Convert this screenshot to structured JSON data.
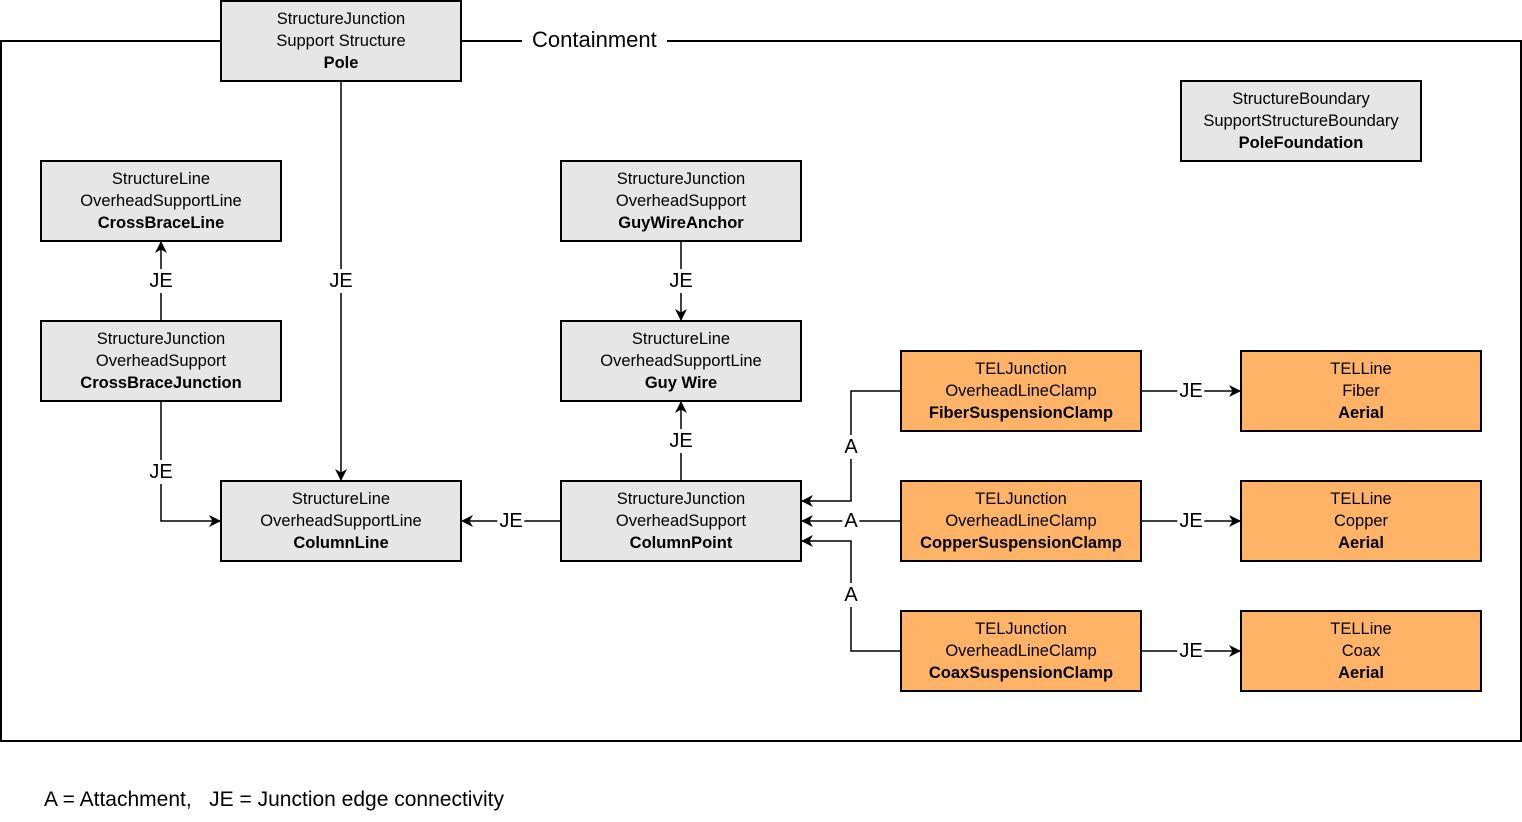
{
  "container": {
    "label": "Containment"
  },
  "nodes": {
    "pole": {
      "l1": "StructureJunction",
      "l2": "Support Structure",
      "l3": "Pole"
    },
    "pole_foundation": {
      "l1": "StructureBoundary",
      "l2": "SupportStructureBoundary",
      "l3": "PoleFoundation"
    },
    "cross_brace_line": {
      "l1": "StructureLine",
      "l2": "OverheadSupportLine",
      "l3": "CrossBraceLine"
    },
    "guy_wire_anchor": {
      "l1": "StructureJunction",
      "l2": "OverheadSupport",
      "l3": "GuyWireAnchor"
    },
    "cross_brace_junction": {
      "l1": "StructureJunction",
      "l2": "OverheadSupport",
      "l3": "CrossBraceJunction"
    },
    "guy_wire": {
      "l1": "StructureLine",
      "l2": "OverheadSupportLine",
      "l3": "Guy Wire"
    },
    "column_line": {
      "l1": "StructureLine",
      "l2": "OverheadSupportLine",
      "l3": "ColumnLine"
    },
    "column_point": {
      "l1": "StructureJunction",
      "l2": "OverheadSupport",
      "l3": "ColumnPoint"
    },
    "fiber_clamp": {
      "l1": "TELJunction",
      "l2": "OverheadLineClamp",
      "l3": "FiberSuspensionClamp"
    },
    "copper_clamp": {
      "l1": "TELJunction",
      "l2": "OverheadLineClamp",
      "l3": "CopperSuspensionClamp"
    },
    "coax_clamp": {
      "l1": "TELJunction",
      "l2": "OverheadLineClamp",
      "l3": "CoaxSuspensionClamp"
    },
    "fiber_line": {
      "l1": "TELLine",
      "l2": "Fiber",
      "l3": "Aerial"
    },
    "copper_line": {
      "l1": "TELLine",
      "l2": "Copper",
      "l3": "Aerial"
    },
    "coax_line": {
      "l1": "TELLine",
      "l2": "Coax",
      "l3": "Aerial"
    }
  },
  "edge_labels": {
    "je": "JE",
    "a": "A"
  },
  "legend": "A = Attachment,   JE = Junction edge connectivity",
  "colors": {
    "gray_fill": "#e6e6e6",
    "orange_fill": "#ffb366",
    "stroke": "#000000"
  }
}
